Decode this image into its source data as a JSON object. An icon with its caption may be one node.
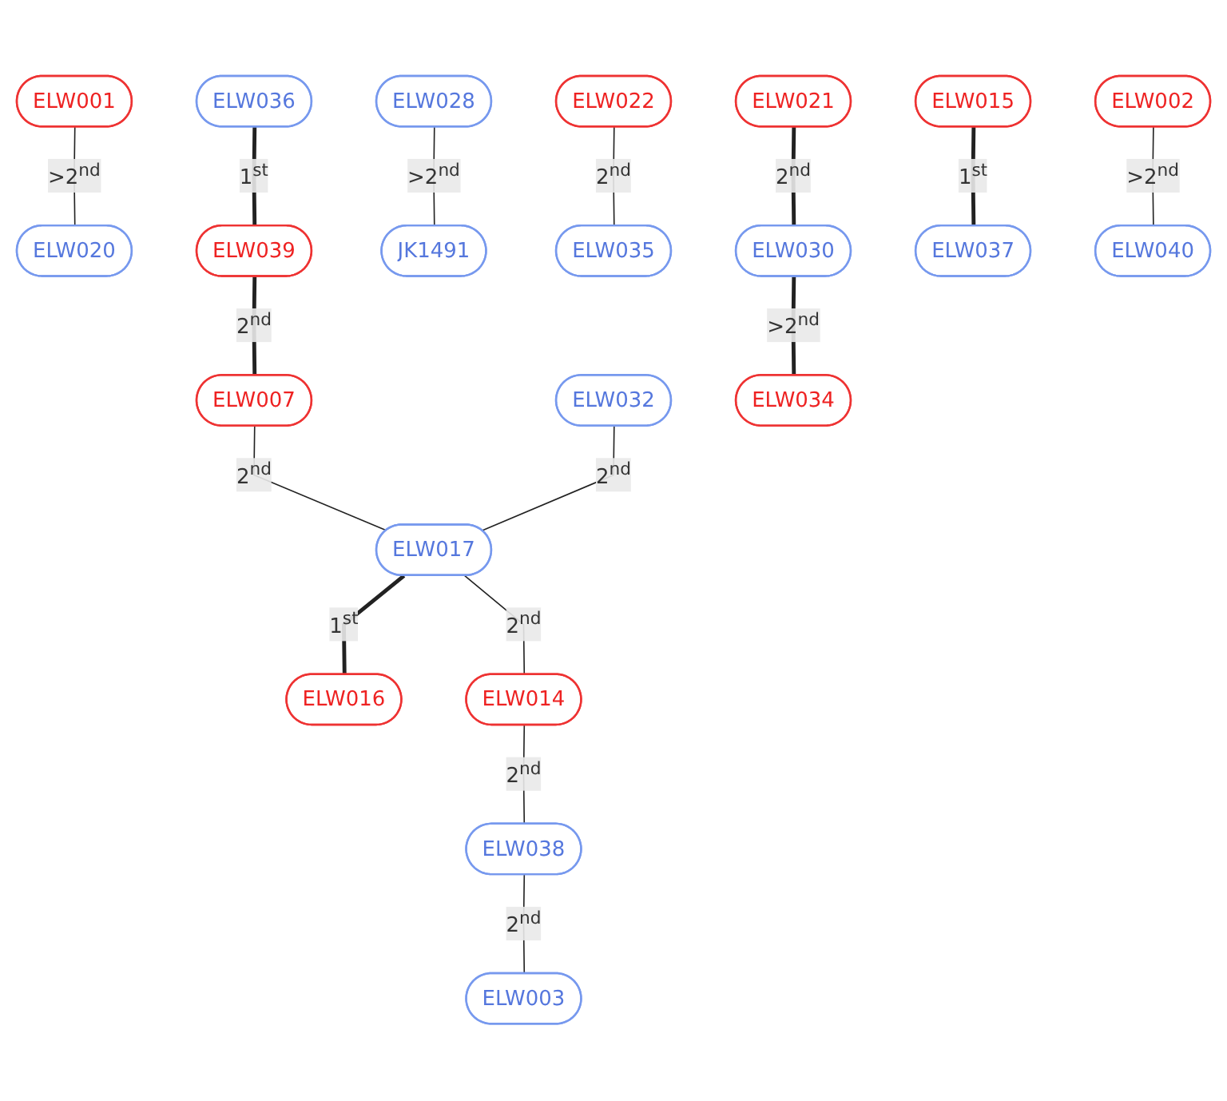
{
  "diagram": {
    "nodes": [
      {
        "text": [
          "ELW001"
        ]
      },
      {
        "text": [
          "ELW036"
        ]
      },
      {
        "text": [
          "ELW028"
        ]
      },
      {
        "text": [
          "ELW020"
        ]
      },
      {
        "text": [
          "ELW039"
        ]
      },
      {
        "text": [
          "JK1491"
        ]
      },
      {
        "text": [
          "ELW007"
        ]
      },
      {
        "text": [
          "ELW032"
        ]
      },
      {
        "text": [
          "ELW021"
        ]
      },
      {
        "text": [
          "ELW022"
        ]
      },
      {
        "text": [
          "ELW035"
        ]
      },
      {
        "text": [
          "ELW017"
        ]
      },
      {
        "text": [
          "ELW030"
        ]
      },
      {
        "text": [
          "ELW016"
        ]
      },
      {
        "text": [
          "ELW014"
        ]
      },
      {
        "text": [
          "ELW034"
        ]
      },
      {
        "text": [
          "ELW015"
        ]
      },
      {
        "text": [
          "ELW002"
        ]
      },
      {
        "text": [
          "ELW038"
        ]
      },
      {
        "text": [
          "ELW037"
        ]
      },
      {
        "text": [
          "ELW040"
        ]
      },
      {
        "text": [
          "ELW003"
        ]
      }
    ],
    "edges": [
      {
        "from": 0,
        "to": 3,
        "arrow": "none",
        "label": ">2$^{nd}$"
      },
      {
        "from": 1,
        "to": 4,
        "arrow": "none",
        "label": "1$^{st}$",
        "style": "thick"
      },
      {
        "from": 2,
        "to": 5,
        "arrow": "none",
        "label": ">2$^{nd}$"
      },
      {
        "from": 4,
        "to": 6,
        "arrow": "none",
        "label": "2$^{nd}$",
        "style": "thick"
      },
      {
        "from": 6,
        "to": 11,
        "arrow": "none",
        "label": "2$^{nd}$"
      },
      {
        "from": 7,
        "to": 11,
        "arrow": "none",
        "label": "2$^{nd}$"
      },
      {
        "from": 8,
        "to": 12,
        "arrow": "none",
        "label": "2$^{nd}$",
        "style": "thick"
      },
      {
        "from": 9,
        "to": 10,
        "arrow": "none",
        "label": "2$^{nd}$"
      },
      {
        "from": 11,
        "to": 13,
        "arrow": "none",
        "label": "1$^{st}$",
        "style": "thick"
      },
      {
        "from": 11,
        "to": 14,
        "arrow": "none",
        "label": "2$^{nd}$"
      },
      {
        "from": 12,
        "to": 15,
        "arrow": "none",
        "label": ">2$^{nd}$",
        "style": "thick"
      },
      {
        "from": 16,
        "to": 19,
        "arrow": "none",
        "label": "1$^{st}$",
        "style": "thick"
      },
      {
        "from": 17,
        "to": 20,
        "arrow": "none",
        "label": ">2$^{nd}$"
      },
      {
        "from": 14,
        "to": 18,
        "arrow": "none",
        "label": "2$^{nd}$"
      },
      {
        "from": 18,
        "to": 21,
        "arrow": "none",
        "label": "2$^{nd}$"
      }
    ]
  }
}
